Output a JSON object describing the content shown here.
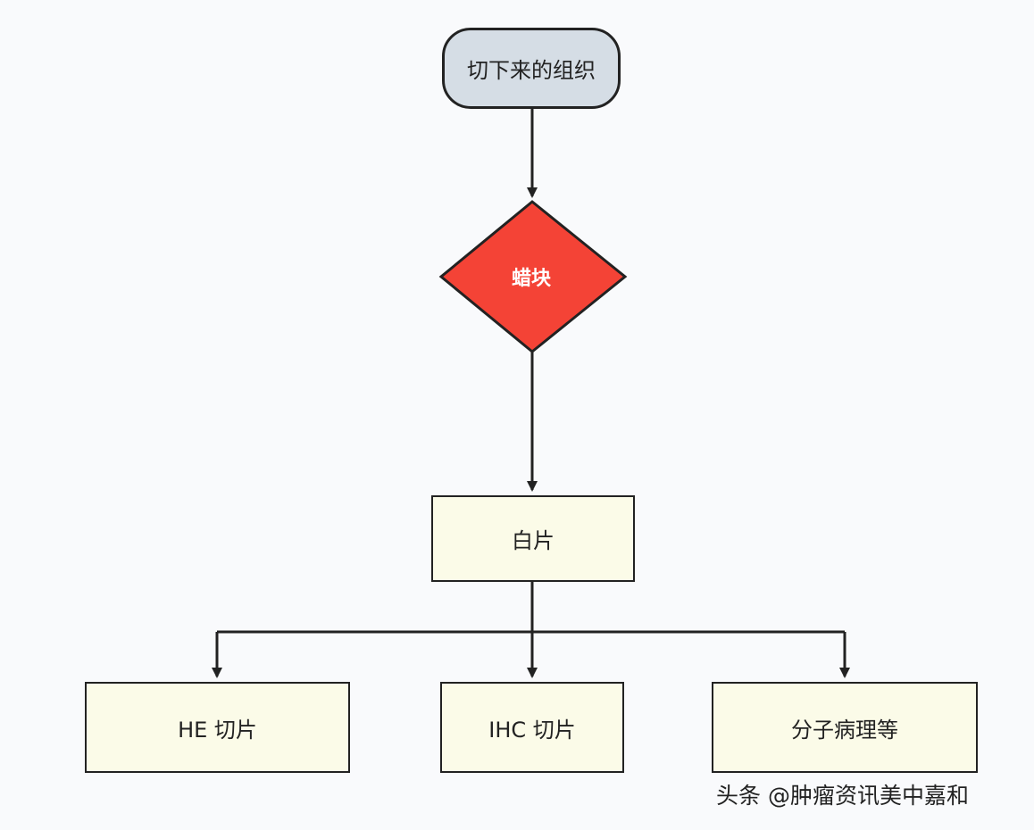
{
  "nodes": {
    "start": "切下来的组织",
    "decision": "蜡块",
    "white_slide": "白片",
    "he": "HE 切片",
    "ihc": "IHC 切片",
    "molecular": "分子病理等"
  },
  "colors": {
    "start_fill": "#d5dde5",
    "decision_fill": "#f44336",
    "box_fill": "#fbfbe8",
    "line": "#222222"
  },
  "watermark": "头条 @肿瘤资讯美中嘉和"
}
